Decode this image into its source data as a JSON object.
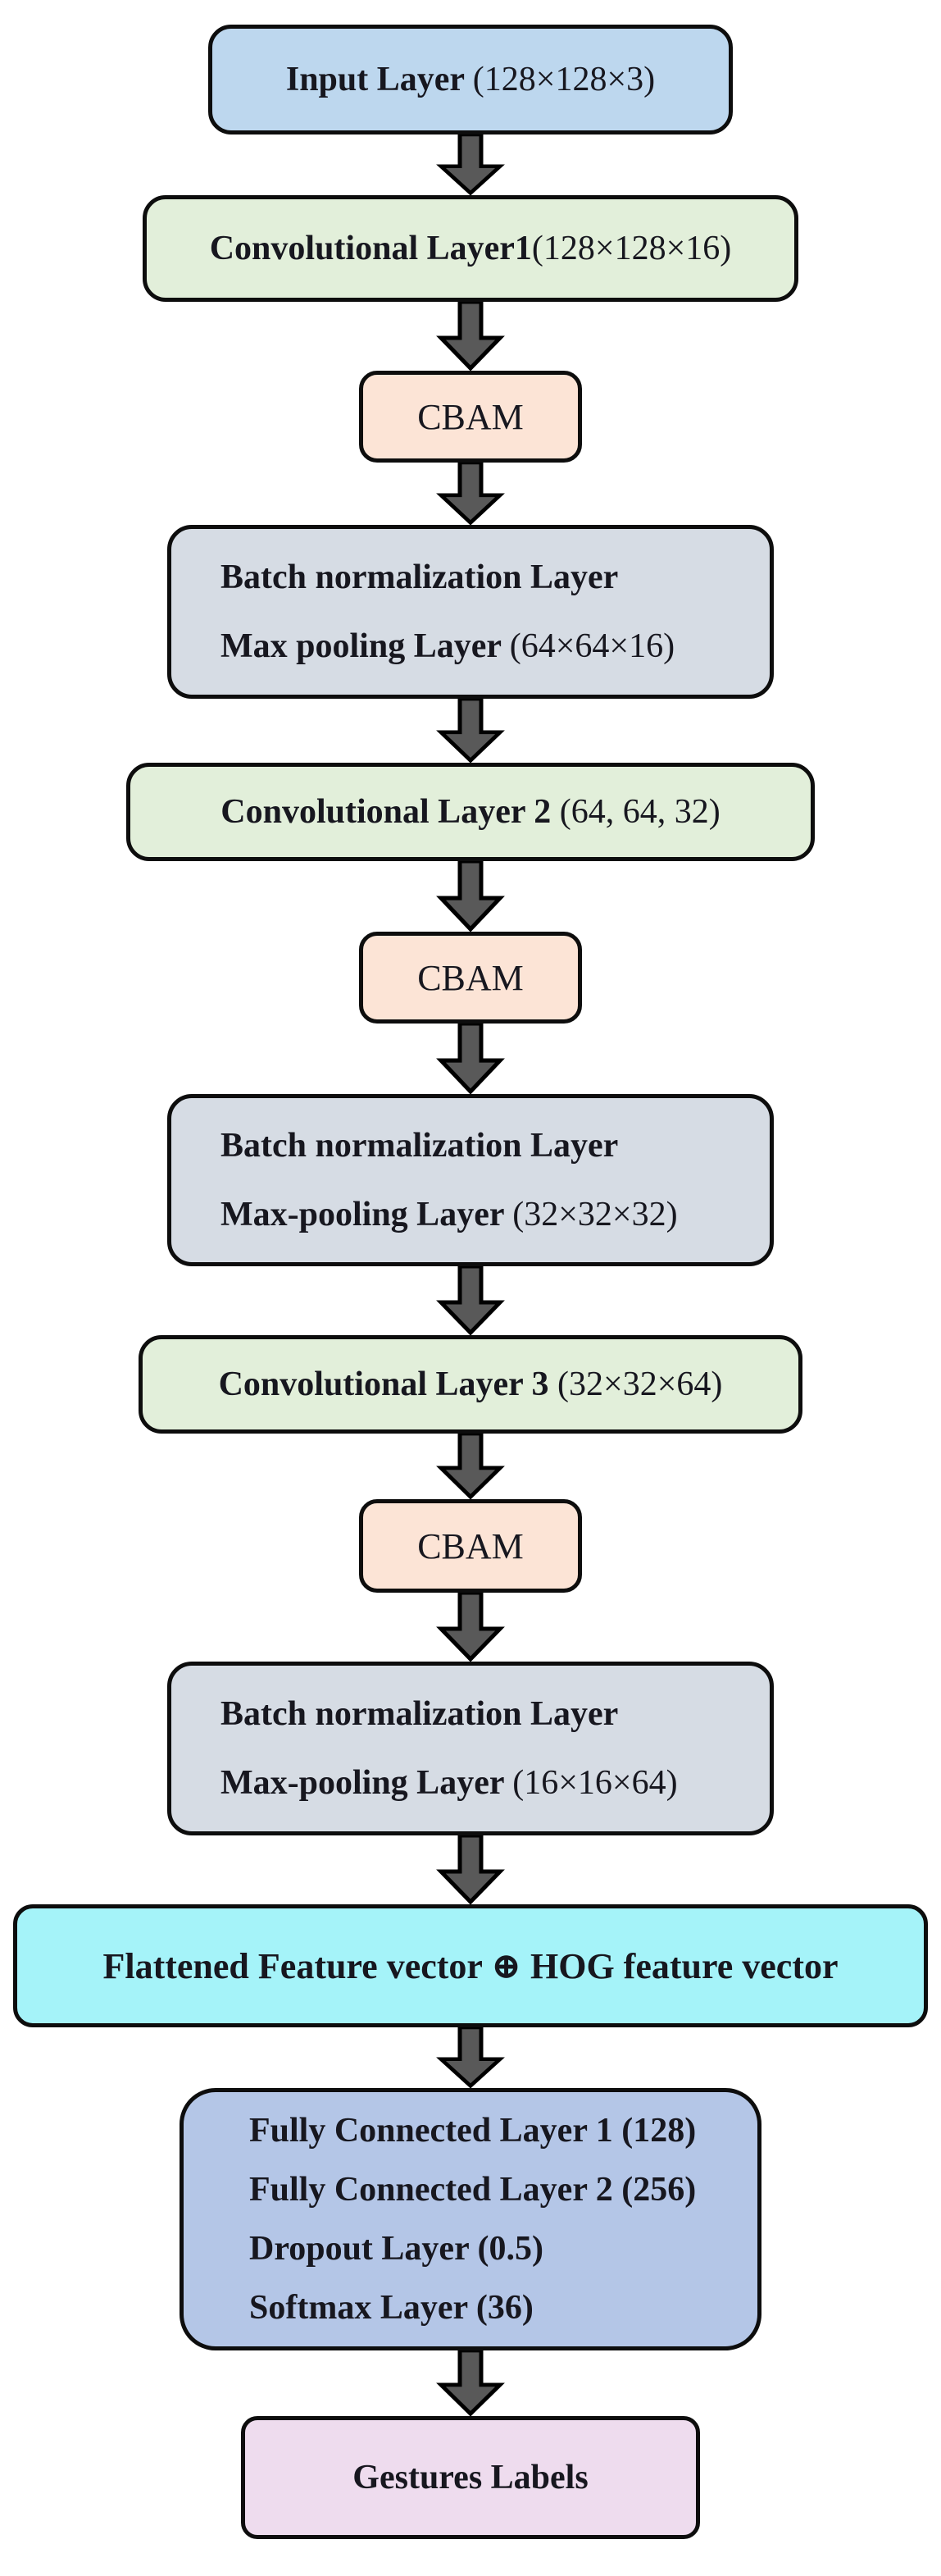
{
  "diagram": {
    "type": "flowchart",
    "description": "CNN + CBAM + HOG hand-gesture recognition architecture, vertical top-to-bottom flow",
    "nodes": {
      "input": {
        "bold": "Input Layer ",
        "regular": "(128×128×3)"
      },
      "conv1": {
        "bold": "Convolutional Layer1",
        "regular": "(128×128×16)"
      },
      "cbam1": {
        "label": "CBAM"
      },
      "bn1": {
        "line1": "Batch normalization Layer",
        "line2_bold": "Max pooling Layer ",
        "line2_regular": "(64×64×16)"
      },
      "conv2": {
        "bold": "Convolutional Layer 2 ",
        "regular": "(64, 64, 32)"
      },
      "cbam2": {
        "label": "CBAM"
      },
      "bn2": {
        "line1": "Batch normalization Layer",
        "line2_bold": "Max-pooling Layer ",
        "line2_regular": "(32×32×32)"
      },
      "conv3": {
        "bold": "Convolutional Layer 3 ",
        "regular": "(32×32×64)"
      },
      "cbam3": {
        "label": "CBAM"
      },
      "bn3": {
        "line1": "Batch normalization Layer",
        "line2_bold": "Max-pooling Layer ",
        "line2_regular": "(16×16×64)"
      },
      "flatten": {
        "label": "Flattened Feature vector ⊕ HOG feature vector"
      },
      "fc": {
        "line1": "Fully Connected Layer 1 (128)",
        "line2": "Fully Connected Layer 2 (256)",
        "line3": "Dropout Layer (0.5)",
        "line4": "Softmax Layer (36)"
      },
      "output": {
        "label": "Gestures Labels"
      }
    },
    "colors": {
      "input_fill": "#BDD7EE",
      "conv_fill": "#E2EFDA",
      "cbam_fill": "#FCE4D6",
      "bn_fill": "#D6DCE4",
      "flatten_fill": "#A5F3F9",
      "fc_fill": "#B4C6E7",
      "output_fill": "#EEDCEE",
      "border": "#0d0d0d",
      "arrow_fill": "#595959",
      "text": "#17171f"
    }
  }
}
